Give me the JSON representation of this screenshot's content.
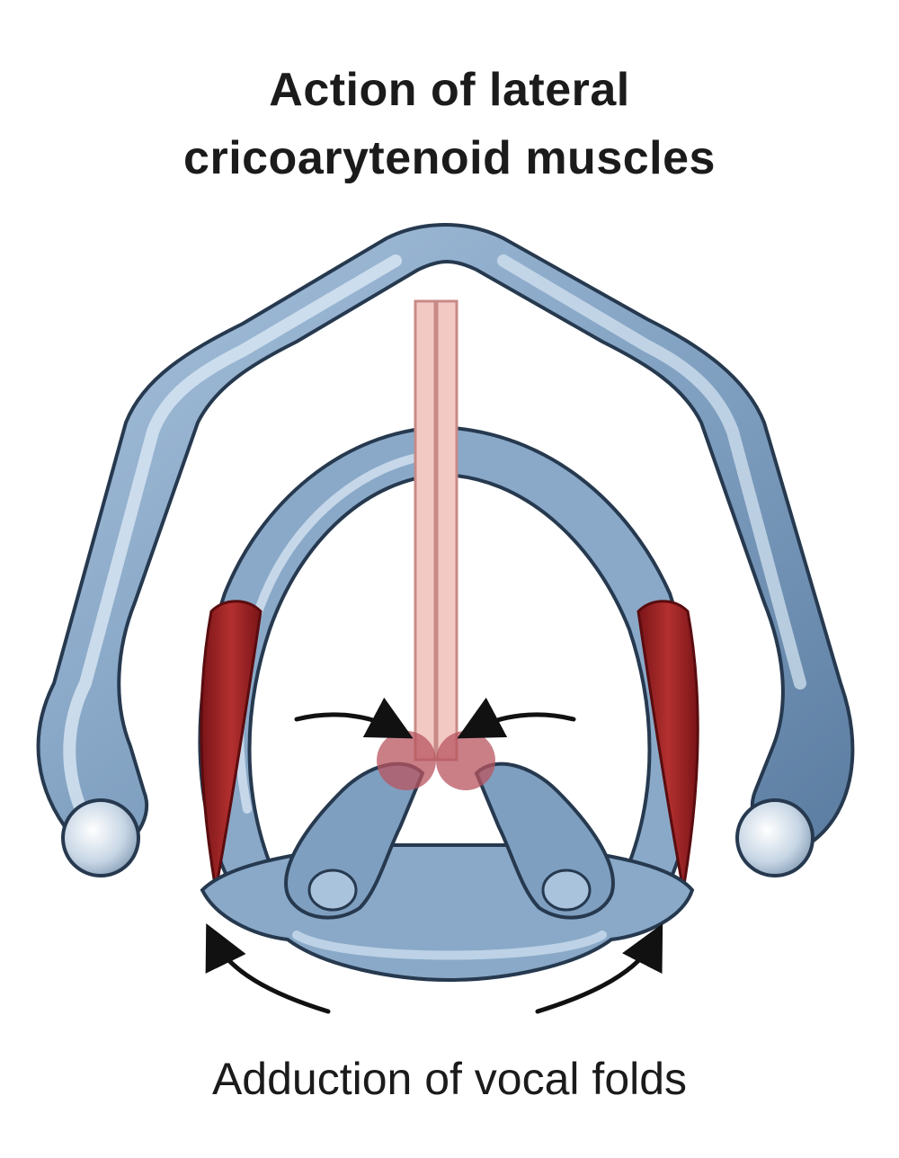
{
  "title": {
    "line1": "Action of lateral",
    "line2": "cricoarytenoid muscles"
  },
  "caption": "Adduction of vocal folds",
  "colors": {
    "cartilage_fill": "#7f9fc0",
    "cartilage_light": "#c9dcee",
    "cartilage_dark": "#4d6f93",
    "outline": "#26394f",
    "muscle": "#a5262b",
    "muscle_dark": "#6e1216",
    "vocal_fold": "#f3c9c4",
    "fold_tip": "#b8545f",
    "arrow": "#111111"
  }
}
